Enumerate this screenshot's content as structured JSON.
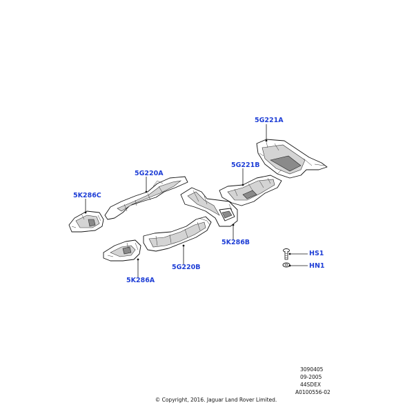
{
  "callouts": {
    "c_5g221a": "5G221A",
    "c_5g221b": "5G221B",
    "c_5g220a": "5G220A",
    "c_5k286c": "5K286C",
    "c_5k286b": "5K286B",
    "c_5g220b": "5G220B",
    "c_5k286a": "5K286A",
    "c_hs1": "HS1",
    "c_hn1": "HN1"
  },
  "reference": {
    "line1": "3090405",
    "line2": "09-2005",
    "line3": "44SDEX",
    "line4": "A0100556-02"
  },
  "copyright": "© Copyright, 2016. Jaguar Land Rover Limited.",
  "colors": {
    "callout": "#1f3fd6",
    "line": "#111111"
  }
}
